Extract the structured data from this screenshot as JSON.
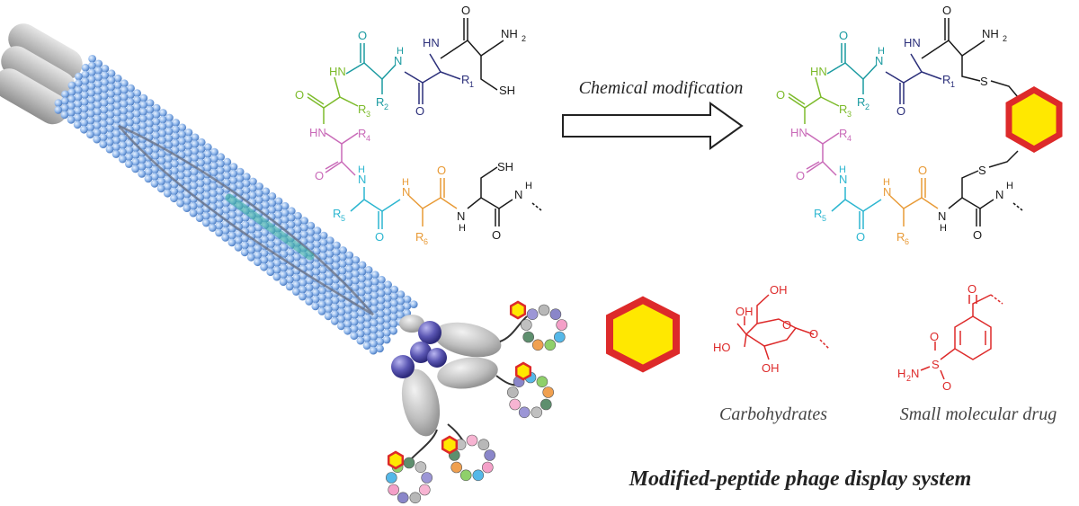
{
  "colors": {
    "black": "#1a1a1a",
    "navy": "#2b2f7a",
    "teal": "#1a9aa0",
    "green": "#7dbb2c",
    "pink": "#c96ab8",
    "cyan": "#2cb6d0",
    "orange": "#e89a36",
    "red": "#dd2a2a",
    "yellow": "#ffe800",
    "phage_blue": "#8fb6ea",
    "coat_gray": "#b5b5b5"
  },
  "labels": {
    "reaction": "Chemical modification",
    "carbohydrates": "Carbohydrates",
    "small_drug": "Small molecular drug",
    "system_title": "Modified-peptide phage display system"
  },
  "atoms": {
    "o": "O",
    "nh": "NH",
    "hn": "HN",
    "h": "H",
    "n": "N",
    "nh2": "NH",
    "two": "2",
    "sh": "SH",
    "s": "S",
    "r": "R",
    "r1": "1",
    "r2": "2",
    "r3": "3",
    "r4": "4",
    "r5": "5",
    "r6": "6",
    "oh": "OH",
    "ho": "HO",
    "h2n": "H",
    "h2n_n": "N"
  },
  "phage": {
    "bead_colors": [
      "#b8b8b8",
      "#8a86c9",
      "#f4a0c8",
      "#55b8e8",
      "#8fd06a",
      "#f0a050",
      "#5e8f6e",
      "#c0c0c0",
      "#9c96d6",
      "#f7b4d2"
    ]
  }
}
